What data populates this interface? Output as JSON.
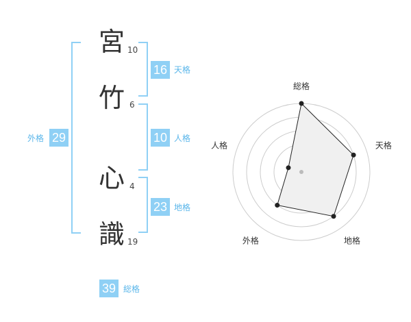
{
  "name": {
    "chars": [
      {
        "char": "宮",
        "strokes": "10"
      },
      {
        "char": "竹",
        "strokes": "6"
      },
      {
        "char": "心",
        "strokes": "4"
      },
      {
        "char": "識",
        "strokes": "19"
      }
    ]
  },
  "fortunes": {
    "tenkaku": {
      "value": "16",
      "label": "天格"
    },
    "jinkaku": {
      "value": "10",
      "label": "人格"
    },
    "chikaku": {
      "value": "23",
      "label": "地格"
    },
    "gaikaku": {
      "value": "29",
      "label": "外格"
    },
    "soukaku": {
      "value": "39",
      "label": "総格"
    }
  },
  "radar": {
    "labels": [
      "総格",
      "天格",
      "地格",
      "外格",
      "人格"
    ],
    "levels": [
      5,
      4,
      4,
      3,
      1
    ],
    "max": 5,
    "fill_color": "#f0f0f0",
    "line_color": "#222222",
    "ring_color": "#cccccc"
  },
  "colors": {
    "accent": "#8fd0f5",
    "accent_text": "#5ab6ea"
  }
}
